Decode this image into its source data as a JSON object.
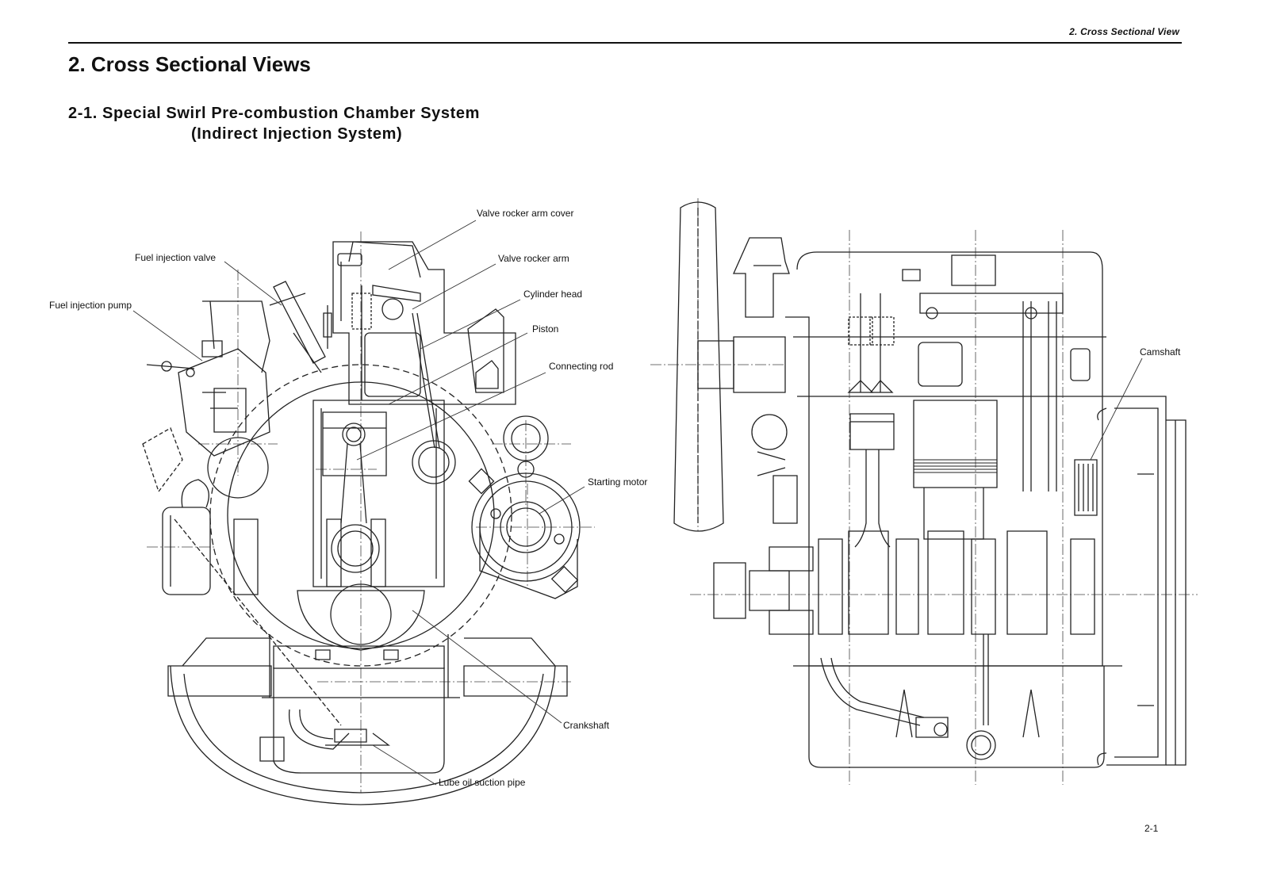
{
  "header": {
    "running_head": "2. Cross Sectional View"
  },
  "section": {
    "title": "2. Cross Sectional Views",
    "subsection_line1": "2-1.  Special Swirl Pre-combustion Chamber System",
    "subsection_line2": "(Indirect Injection System)"
  },
  "figures": {
    "front_section": {
      "description": "Engine front cross section",
      "callouts": [
        "Valve rocker arm cover",
        "Fuel injection valve",
        "Valve rocker arm",
        "Fuel injection pump",
        "Cylinder head",
        "Piston",
        "Connecting rod",
        "Starting motor",
        "Crankshaft",
        "Lube oil suction pipe"
      ]
    },
    "side_section": {
      "description": "Engine side cross section",
      "callouts": [
        "Camshaft"
      ]
    }
  },
  "footer": {
    "page_number": "2-1"
  }
}
